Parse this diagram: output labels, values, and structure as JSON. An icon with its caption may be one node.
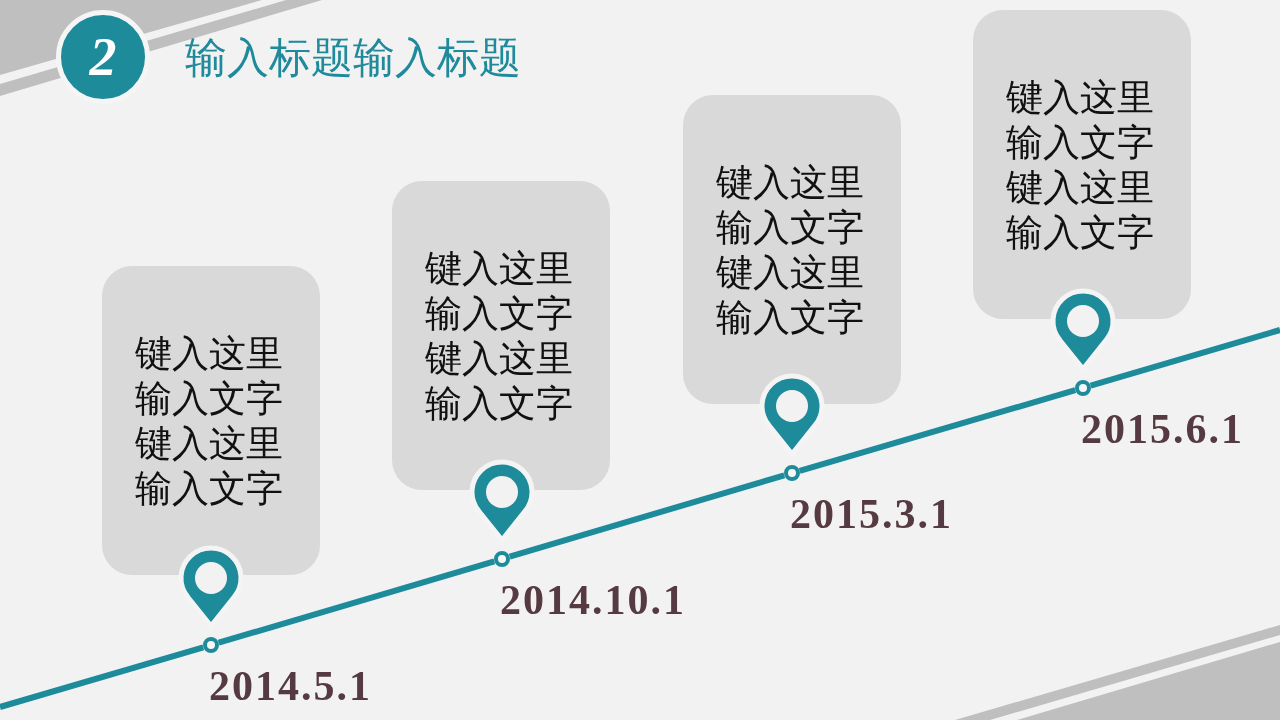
{
  "diagram": {
    "title": "输入标题输入标题",
    "nodes": [
      {
        "text": [
          "2"
        ]
      },
      {
        "text": [
          "键入这里输入文字键入这里输入文字"
        ]
      },
      {
        "text": [
          "键入这里输入文字键入这里输入文字"
        ]
      },
      {
        "text": [
          "键入这里输入文字键入这里输入文字"
        ]
      },
      {
        "text": [
          "键入这里输入文字键入这里输入文字"
        ]
      },
      {
        "text": [],
        "shape": "circle",
        "beside": [
          "2014.5.1"
        ]
      },
      {
        "text": [],
        "shape": "circle",
        "beside": [
          "2014.10.1"
        ]
      },
      {
        "text": [],
        "shape": "circle",
        "beside": [
          "2015.3.1"
        ]
      },
      {
        "text": [],
        "shape": "circle",
        "beside": [
          "2015.6.1"
        ]
      }
    ],
    "edges": [
      {
        "from": null,
        "to": 5,
        "arrow": "none"
      },
      {
        "from": 5,
        "to": 6,
        "arrow": "none"
      },
      {
        "from": 6,
        "to": 7,
        "arrow": "none"
      },
      {
        "from": 7,
        "to": 8,
        "arrow": "none"
      },
      {
        "from": 8,
        "to": null,
        "arrow": "none"
      }
    ]
  }
}
